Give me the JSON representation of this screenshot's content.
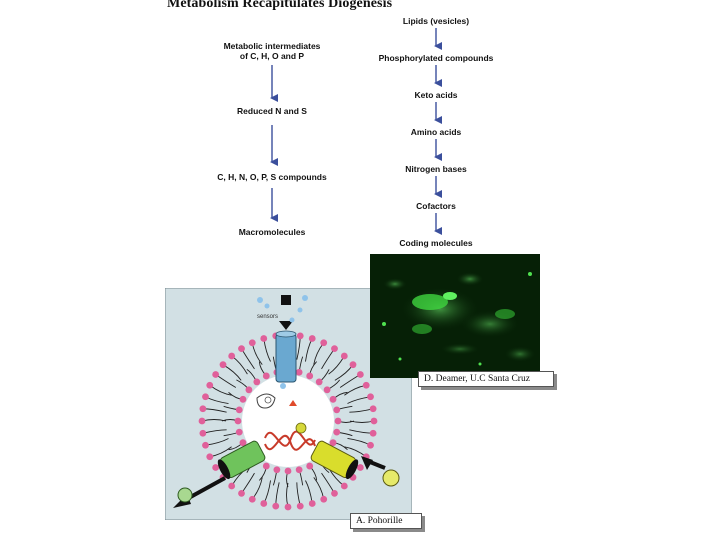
{
  "title": "Metabolism Recapitulates Diogenesis",
  "left_chain": [
    {
      "line1": "Metabolic intermediates",
      "line2": "of C, H, O and P"
    },
    {
      "line1": "Reduced N and S",
      "line2": ""
    },
    {
      "line1": "C, H, N, O, P, S compounds",
      "line2": ""
    },
    {
      "line1": "Macromolecules",
      "line2": ""
    }
  ],
  "right_chain": [
    "Lipids (vesicles)",
    "Phosphorylated compounds",
    "Keto acids",
    "Amino acids",
    "Nitrogen bases",
    "Cofactors",
    "Coding molecules"
  ],
  "photo_caption": "D. Deamer, U.C Santa Cruz",
  "cell_caption": "A. Pohorille",
  "membrane_label": "sensors",
  "colors": {
    "arrow": "#3b4f9c",
    "lipid_head": "#e0609a",
    "cell_bg": "#d2e0e4",
    "photo_bg": "#062006",
    "glow": "#3fd43f"
  }
}
